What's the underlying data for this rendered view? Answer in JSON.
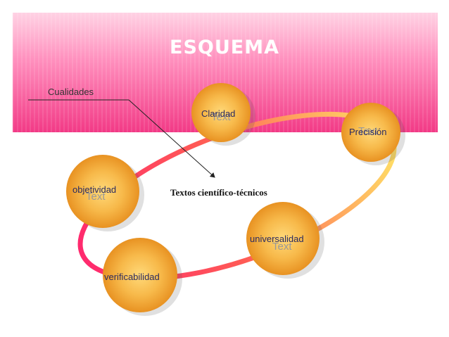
{
  "title": "ESQUEMA",
  "callout": "Cualidades",
  "center": "Textos científico-técnicos",
  "nodes": [
    {
      "label": "Claridad",
      "placeholder": "Text"
    },
    {
      "label": "Precisión",
      "placeholder": "Text"
    },
    {
      "label": "universalidad",
      "placeholder": "Text"
    },
    {
      "label": "verificabilidad"
    },
    {
      "label": "objetividad",
      "placeholder": "Text"
    }
  ],
  "colors": {
    "banner": "#f23a86",
    "ring_start": "#ffe066",
    "ring_end": "#ff2a6e",
    "node_fill": "#f5b13c"
  }
}
